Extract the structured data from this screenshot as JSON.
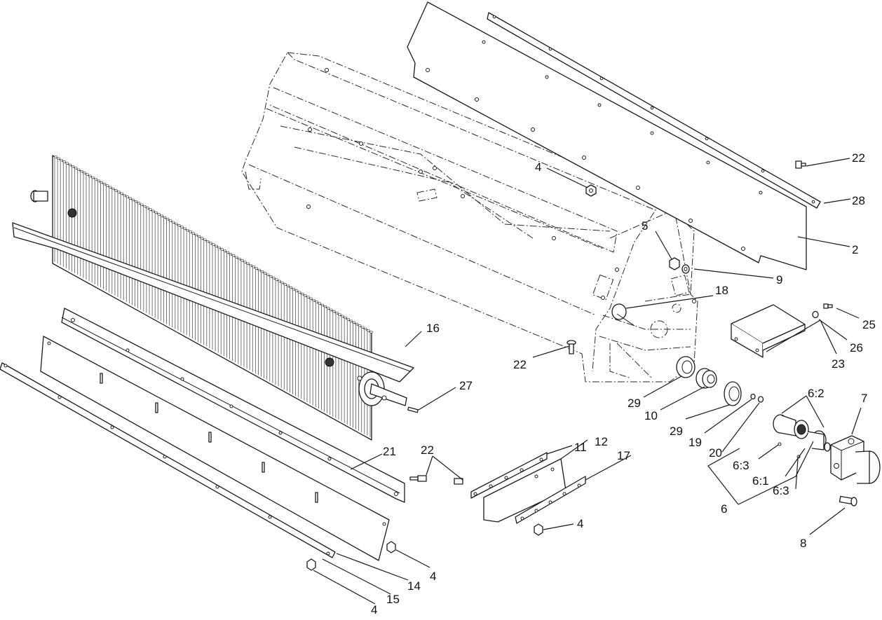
{
  "callouts": [
    {
      "id": "c-22-top",
      "text": "22"
    },
    {
      "id": "c-28",
      "text": "28"
    },
    {
      "id": "c-2",
      "text": "2"
    },
    {
      "id": "c-4-top",
      "text": "4"
    },
    {
      "id": "c-5",
      "text": "5"
    },
    {
      "id": "c-9",
      "text": "9"
    },
    {
      "id": "c-18",
      "text": "18"
    },
    {
      "id": "c-25",
      "text": "25"
    },
    {
      "id": "c-26",
      "text": "26"
    },
    {
      "id": "c-23",
      "text": "23"
    },
    {
      "id": "c-22-mid",
      "text": "22"
    },
    {
      "id": "c-16",
      "text": "16"
    },
    {
      "id": "c-27",
      "text": "27"
    },
    {
      "id": "c-29-a",
      "text": "29"
    },
    {
      "id": "c-10",
      "text": "10"
    },
    {
      "id": "c-29-b",
      "text": "29"
    },
    {
      "id": "c-19",
      "text": "19"
    },
    {
      "id": "c-20",
      "text": "20"
    },
    {
      "id": "c-6-2",
      "text": "6:2"
    },
    {
      "id": "c-7",
      "text": "7"
    },
    {
      "id": "c-6-3-a",
      "text": "6:3"
    },
    {
      "id": "c-6-1",
      "text": "6:1"
    },
    {
      "id": "c-6-3-b",
      "text": "6:3"
    },
    {
      "id": "c-6",
      "text": "6"
    },
    {
      "id": "c-8",
      "text": "8"
    },
    {
      "id": "c-11",
      "text": "11"
    },
    {
      "id": "c-12",
      "text": "12"
    },
    {
      "id": "c-17",
      "text": "17"
    },
    {
      "id": "c-21",
      "text": "21"
    },
    {
      "id": "c-22-low",
      "text": "22"
    },
    {
      "id": "c-4-mid",
      "text": "4"
    },
    {
      "id": "c-4-low",
      "text": "4"
    },
    {
      "id": "c-14",
      "text": "14"
    },
    {
      "id": "c-15",
      "text": "15"
    },
    {
      "id": "c-4-bottom",
      "text": "4"
    }
  ]
}
